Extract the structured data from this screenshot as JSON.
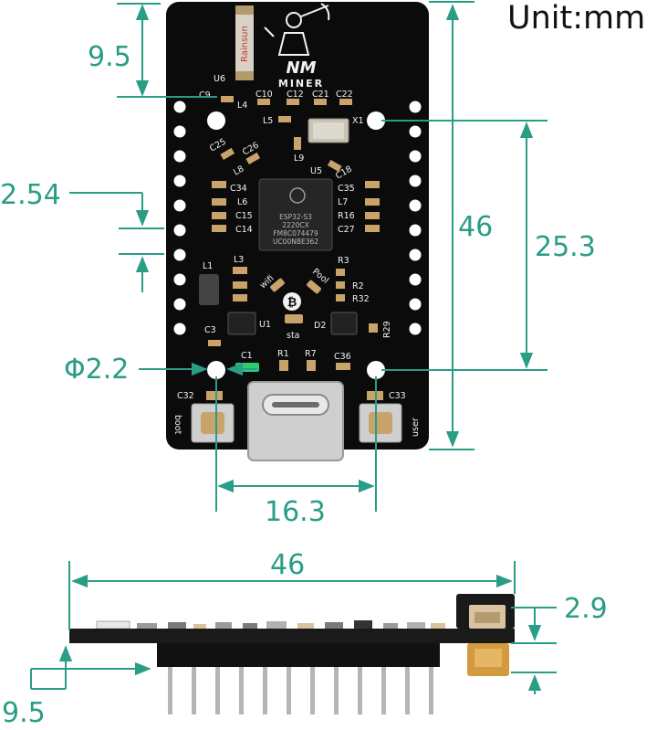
{
  "unit_label": "Unit:mm",
  "top_view": {
    "dimensions": {
      "header_offset": "9.5",
      "pin_pitch": "2.54",
      "hole_diameter": "Φ2.2",
      "hole_spacing_x": "16.3",
      "hole_spacing_y": "25.3",
      "board_length": "46"
    },
    "silkscreen": {
      "brand_logo": "NM",
      "brand_name": "MINER",
      "antenna_brand": "Rainsun",
      "u6": "U6",
      "l4": "L4",
      "c9": "C9",
      "c10": "C10",
      "c12": "C12",
      "c21": "C21",
      "c22": "C22",
      "l5": "L5",
      "x1": "X1",
      "c25": "C25",
      "c26": "C26",
      "l8": "L8",
      "l9": "L9",
      "u5": "U5",
      "c18": "C18",
      "c34": "C34",
      "l6": "L6",
      "c15": "C15",
      "c14": "C14",
      "c35": "C35",
      "l7": "L7",
      "r16": "R16",
      "c27": "C27",
      "chip_line1": "ESP32-S3",
      "chip_line2": "2220CX",
      "chip_line3": "FM8C074479",
      "chip_line4": "UC00NBE362",
      "l3": "L3",
      "l1": "L1",
      "r3": "R3",
      "r2": "R2",
      "r32": "R32",
      "wifi": "wifi",
      "pool": "Pool",
      "c3": "C3",
      "u1": "U1",
      "sta": "sta",
      "d2": "D2",
      "r29": "R29",
      "r1": "R1",
      "r7": "R7",
      "c1": "C1",
      "c36": "C36",
      "c32": "C32",
      "c33": "C33",
      "boot": "boot",
      "user": "user"
    }
  },
  "side_view": {
    "dimensions": {
      "board_length": "46",
      "connector_height": "2.9",
      "pin_length": "9.5"
    }
  },
  "colors": {
    "dimension": "#2a9d86",
    "board": "#0b0b0b",
    "silkscreen": "#f2f2f2",
    "copper": "#c8a36a"
  }
}
